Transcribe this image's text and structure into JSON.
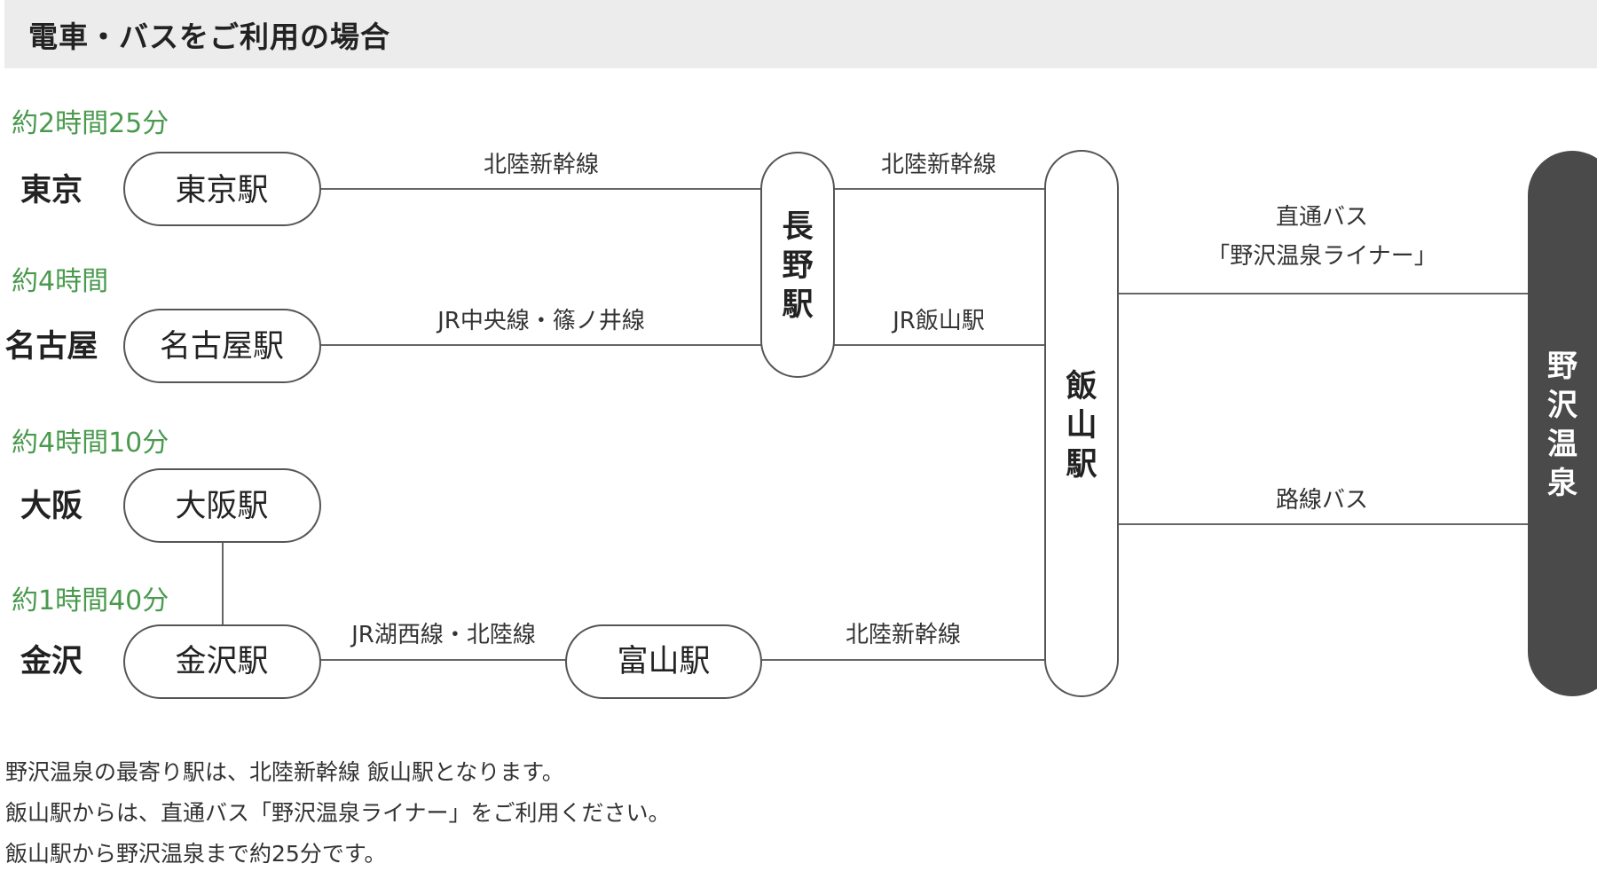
{
  "header": {
    "title": "電車・バスをご利用の場合"
  },
  "colors": {
    "accent": "#4a9a4e",
    "line": "#666666",
    "dark": "#4a4a4a",
    "header_bg": "#ececec"
  },
  "origins": [
    {
      "time": "約2時間25分",
      "city": "東京",
      "station": "東京駅"
    },
    {
      "time": "約4時間",
      "city": "名古屋",
      "station": "名古屋駅"
    },
    {
      "time": "約4時間10分",
      "city": "大阪",
      "station": "大阪駅"
    },
    {
      "time": "約1時間40分",
      "city": "金沢",
      "station": "金沢駅"
    }
  ],
  "hubs": {
    "nagano": [
      "長",
      "野",
      "駅"
    ],
    "iiyama": [
      "飯",
      "山",
      "駅"
    ],
    "toyama": "富山駅",
    "nozawa": [
      "野",
      "沢",
      "温",
      "泉"
    ]
  },
  "routes": {
    "tokyo_nagano": "北陸新幹線",
    "nagoya_nagano": "JR中央線・篠ノ井線",
    "nagano_iiyama_top": "北陸新幹線",
    "nagano_iiyama_bottom": "JR飯山駅",
    "kanazawa_toyama": "JR湖西線・北陸線",
    "toyama_iiyama": "北陸新幹線",
    "bus_direct_line1": "直通バス",
    "bus_direct_line2": "「野沢温泉ライナー」",
    "bus_local": "路線バス"
  },
  "footer": {
    "lines": [
      "野沢温泉の最寄り駅は、北陸新幹線 飯山駅となります。",
      "飯山駅からは、直通バス「野沢温泉ライナー」をご利用ください。",
      "飯山駅から野沢温泉まで約25分です。"
    ]
  }
}
